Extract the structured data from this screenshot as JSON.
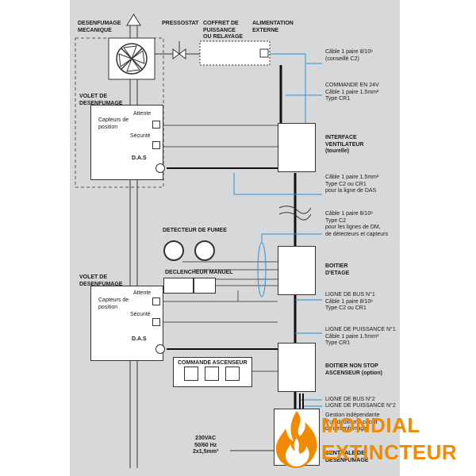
{
  "top": {
    "desenfumage_mecanique": "DESENFUMAGE\nMECANIQUE",
    "pressostat": "PRESSOSTAT",
    "coffret": "COFFRET DE\nPUISSANCE\nOU RELAYAGE",
    "alimentation": "ALIMENTATION\nEXTERNE"
  },
  "volet1": {
    "title": "VOLET DE\nDESENFUMAGE",
    "capteurs": "Capteurs de\nposition",
    "attente": "Attente",
    "securite": "Sécurité",
    "das": "D.A.S"
  },
  "volet2": {
    "title": "VOLET DE\nDESENFUMAGE",
    "capteurs": "Capteurs de\nposition",
    "attente": "Attente",
    "securite": "Sécurité",
    "das": "D.A.S"
  },
  "right_labels": {
    "cable_c2": "Câble 1 paire 8/10ᵉ\n(conseillé C2)",
    "commande_24v": "COMMANDE EN 24V\nCâble 1 paire 1.5mm²\nType CR1",
    "interface": "INTERFACE\nVENTILATEUR\n(tourelle)",
    "cable_das": "Câble 1 paire 1.5mm²\nType C2 ou CR1\npour la ligne de DAS",
    "cable_dm": "Câble 1 paire 8/10ᵉ\nType C2\npour les lignes de DM,\nde détecteurs et capteurs",
    "boitier_etage": "BOITIER\nD'ETAGE",
    "bus1": "LIGNE DE BUS N°1\nCâble 1 paire 8/10ᵉ\nType C2 ou CR1",
    "puissance1": "LIGNE DE PUISSANCE N°1\nCâble 1 paire 1.5mm²\nType CR1",
    "boitier_nonstop": "BOITIER NON STOP\nASCENSEUR (option)",
    "bus2": "LIGNE DE BUS N°2",
    "puissance2": "LIGNE DE PUISSANCE N°2",
    "gestion": "Gestion indépendante\nd'un deuxième circuit\nde désenfumage",
    "centrale": "CENTRALE DE\nDESENFUMAGE"
  },
  "middle": {
    "detecteur": "DETECTEUR DE FUMEE",
    "declencheur": "DECLENCHEUR MANUEL",
    "commande_ascenseur": "COMMANDE ASCENSEUR"
  },
  "power": "230VAC\n50/60 Hz\n2x1,5mm²",
  "logo": {
    "line1": "MONDIAL",
    "line2": "EXTINCTEUR",
    "colors": {
      "orange": "#f08a00",
      "blue_wire": "#2e8fd6"
    }
  }
}
